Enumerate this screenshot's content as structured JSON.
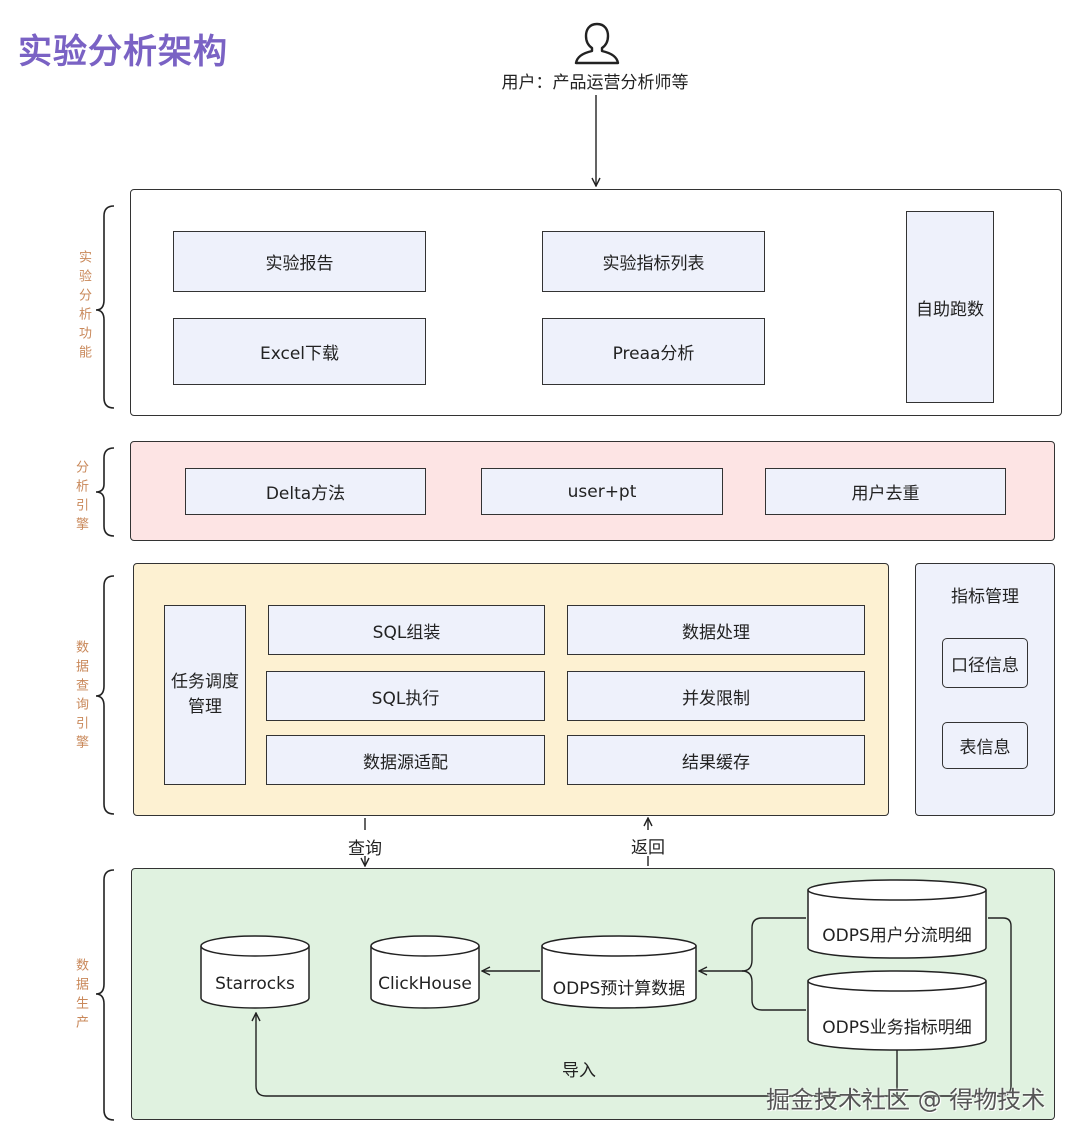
{
  "title": "实验分析架构",
  "user": {
    "label": "用户：产品运营分析师等"
  },
  "sections": {
    "analysis_function": {
      "side_label": "实验分析功能",
      "items": [
        "实验报告",
        "实验指标列表",
        "Excel下载",
        "Preaa分析",
        "自助跑数"
      ]
    },
    "analysis_engine": {
      "side_label": "分析引擎",
      "items": [
        "Delta方法",
        "user+pt",
        "用户去重"
      ]
    },
    "query_engine": {
      "side_label": "数据查询引擎",
      "scheduler": "任务调度管理",
      "items": [
        "SQL组装",
        "数据处理",
        "SQL执行",
        "并发限制",
        "数据源适配",
        "结果缓存"
      ]
    },
    "metric_management": {
      "title": "指标管理",
      "items": [
        "口径信息",
        "表信息"
      ]
    },
    "data_production": {
      "side_label": "数据生产",
      "databases": [
        "Starrocks",
        "ClickHouse",
        "ODPS预计算数据",
        "ODPS用户分流明细",
        "ODPS业务指标明细"
      ],
      "import_label": "导入"
    }
  },
  "flows": {
    "query": "查询",
    "return": "返回"
  },
  "watermark": "掘金技术社区 @ 得物技术",
  "colors": {
    "title": "#7a62c4",
    "side_label": "#c9885a",
    "box_fill": "#eef1fb",
    "engine_bg": "#fde4e4",
    "query_bg": "#fdf1d2",
    "metric_bg": "#eef1fb",
    "production_bg": "#e0f2e0"
  },
  "icons": {
    "user": "user-silhouette-icon"
  }
}
